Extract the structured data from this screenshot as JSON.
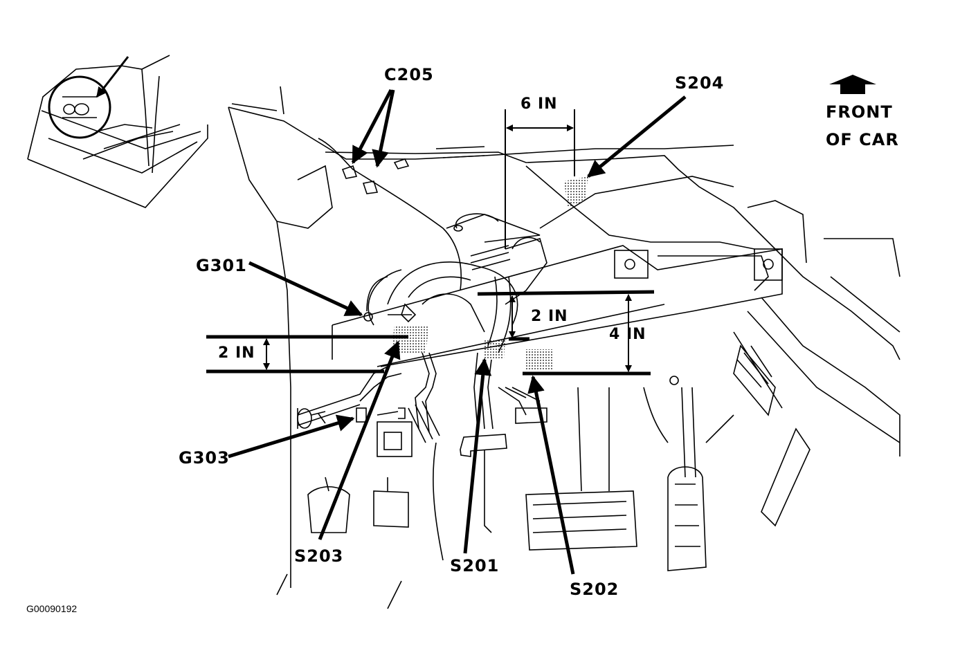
{
  "labels": {
    "c205": "C205",
    "s204": "S204",
    "g301": "G301",
    "g303": "G303",
    "s203": "S203",
    "s201": "S201",
    "s202": "S202"
  },
  "dimensions": {
    "six_in": "6 IN",
    "two_in_left": "2 IN",
    "two_in_right": "2 IN",
    "four_in": "4 IN"
  },
  "front": {
    "line1": "FRONT",
    "line2": "OF CAR"
  },
  "figure_code": "G00090192"
}
